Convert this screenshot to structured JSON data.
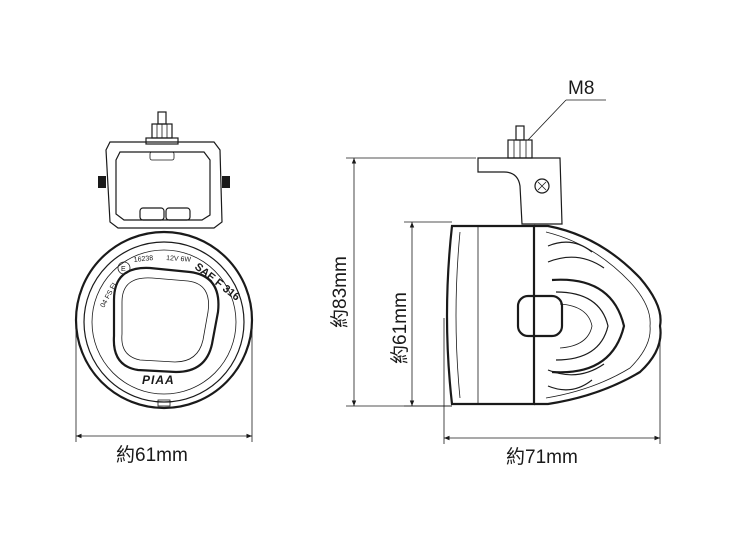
{
  "front_view": {
    "width_label": "約61mm",
    "stamp_left": "04 FS FL",
    "stamp_ce": "E",
    "stamp_code": "16238",
    "stamp_spec": "12V 6W",
    "stamp_sae": "SAE F 316",
    "brand": "PIAA"
  },
  "side_view": {
    "bolt_label": "M8",
    "height_label": "約83mm",
    "lens_label": "約61mm",
    "depth_label": "約71mm"
  }
}
